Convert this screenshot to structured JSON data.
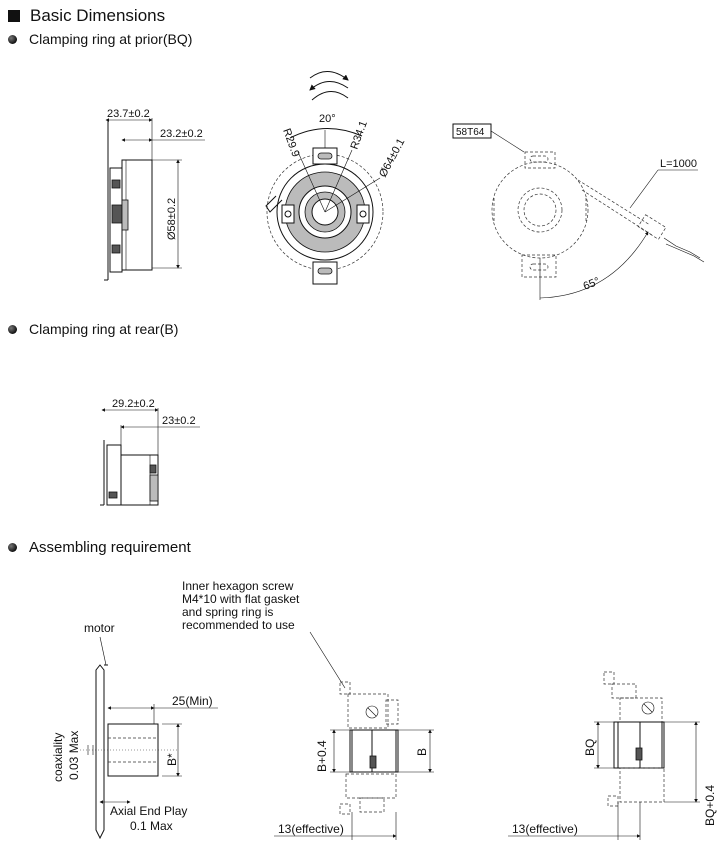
{
  "headings": {
    "basic": "Basic Dimensions",
    "prior": "Clamping ring at prior(BQ)",
    "rear": "Clamping ring at rear(B)",
    "assembling": "Assembling requirement"
  },
  "prior": {
    "dim_a": "23.7±0.2",
    "dim_b": "23.2±0.2",
    "dim_dia": "Ø58±0.2",
    "angle": "20°",
    "r1": "R29.9",
    "r2": "R34.1",
    "dia64": "Ø64±0.1",
    "model": "58T64",
    "cable": "L=1000",
    "cable_angle": "65°"
  },
  "rear": {
    "dim_a": "29.2±0.2",
    "dim_b": "23±0.2"
  },
  "assembly": {
    "motor": "motor",
    "min_len": "25(Min)",
    "coax_1": "coaxiality",
    "coax_2": "0.03 Max",
    "b_star": "B*",
    "axial_1": "Axial End Play",
    "axial_2": "0.1 Max",
    "note_1": "Inner hexagon screw",
    "note_2": "M4*10 with flat gasket",
    "note_3": "and spring ring is",
    "note_4": "recommended to use",
    "b_plus": "B+0.4",
    "b": "B",
    "effective_1": "13(effective)",
    "bq": "BQ",
    "bq_plus": "BQ+0.4",
    "effective_2": "13(effective)"
  }
}
